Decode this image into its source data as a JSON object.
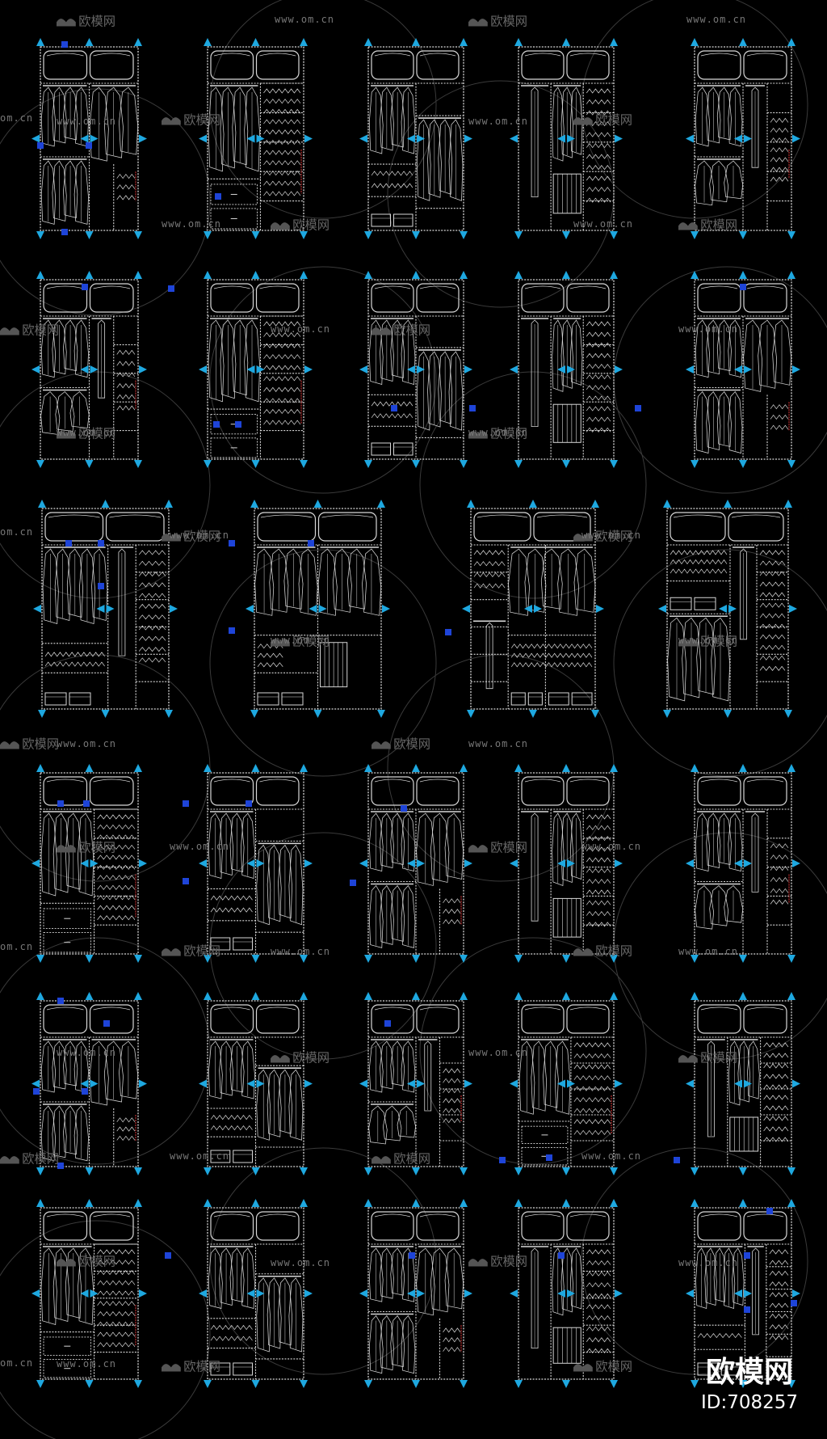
{
  "watermark": {
    "brand": "欧模网",
    "url": "www.om.cn",
    "url_partial": "om.cn"
  },
  "footer_brand": {
    "name": "欧模网",
    "id_label": "ID:708257"
  },
  "colors": {
    "background": "#000000",
    "line": "#d8d8d8",
    "grip_arrow": "#1ea8e0",
    "grip_square": "#1e44d8",
    "dim_red": "#a02828",
    "watermark": "#4d4d4d"
  },
  "drawing": {
    "subject": "wardrobe elevation CAD blocks",
    "rows": [
      {
        "variants": [
          "A",
          "B",
          "C",
          "D",
          "E"
        ]
      },
      {
        "variants": [
          "E",
          "B",
          "C",
          "D",
          "A"
        ]
      },
      {
        "variants": [
          "F",
          "G",
          "H",
          "I"
        ]
      },
      {
        "variants": [
          "B",
          "C",
          "A",
          "D",
          "E"
        ]
      },
      {
        "variants": [
          "A",
          "C",
          "E",
          "B",
          "D"
        ]
      },
      {
        "variants": [
          "B",
          "C",
          "A",
          "D",
          "F"
        ]
      }
    ]
  }
}
